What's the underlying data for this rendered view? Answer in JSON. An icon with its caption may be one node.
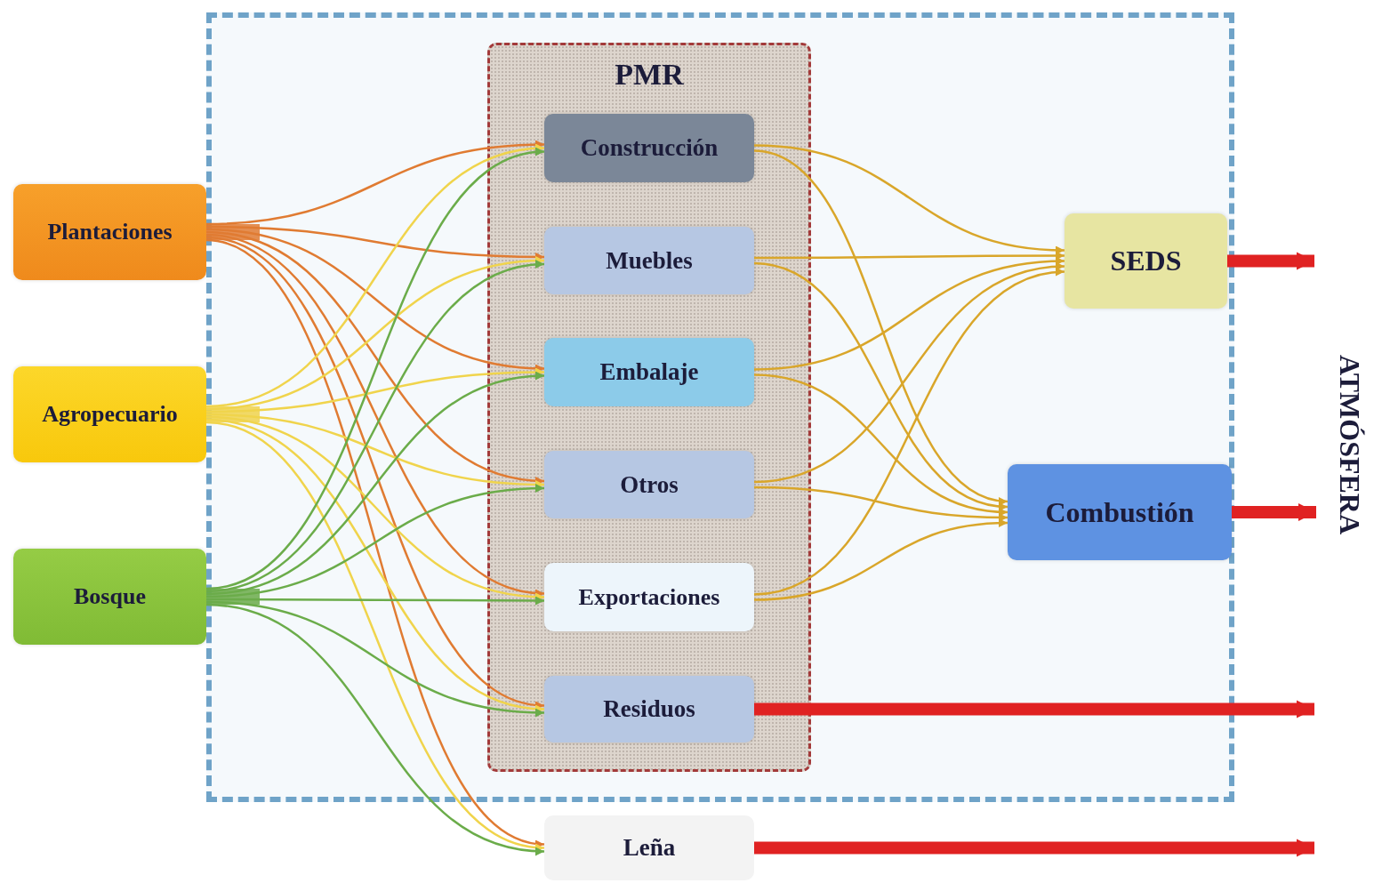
{
  "diagram": {
    "nodes": [
      {
        "text": [
          "Plantaciones"
        ]
      },
      {
        "text": [
          "Agropecuario"
        ]
      },
      {
        "text": [
          "Bosque"
        ]
      },
      {
        "text": [],
        "shape": "box"
      },
      {
        "text": [
          "PMR"
        ],
        "in": 3
      },
      {
        "text": [
          "Construcción"
        ],
        "in": 4
      },
      {
        "text": [
          "Muebles"
        ],
        "in": 4
      },
      {
        "text": [
          "Embalaje"
        ],
        "in": 4
      },
      {
        "text": [
          "Otros"
        ],
        "in": 4
      },
      {
        "text": [
          "Exportaciones"
        ],
        "in": 4
      },
      {
        "text": [
          "Residuos"
        ],
        "in": 4
      },
      {
        "text": [
          "Leña"
        ]
      },
      {
        "text": [
          "SEDS"
        ],
        "in": 3
      },
      {
        "text": [
          "Combustión"
        ],
        "in": 3
      },
      {
        "text": [
          "ATMÓSFERA"
        ]
      }
    ],
    "edges": [
      {
        "from": 0,
        "to": 5,
        "arrow": "to",
        "color": "#e07b32"
      },
      {
        "from": 0,
        "to": 6,
        "arrow": "to",
        "color": "#e07b32"
      },
      {
        "from": 0,
        "to": 7,
        "arrow": "to",
        "color": "#e07b32"
      },
      {
        "from": 0,
        "to": 8,
        "arrow": "to",
        "color": "#e07b32"
      },
      {
        "from": 0,
        "to": 9,
        "arrow": "to",
        "color": "#e07b32"
      },
      {
        "from": 0,
        "to": 10,
        "arrow": "to",
        "color": "#e07b32"
      },
      {
        "from": 0,
        "to": 11,
        "arrow": "to",
        "color": "#e07b32"
      },
      {
        "from": 1,
        "to": 5,
        "arrow": "to",
        "color": "#f0d44c"
      },
      {
        "from": 1,
        "to": 6,
        "arrow": "to",
        "color": "#f0d44c"
      },
      {
        "from": 1,
        "to": 7,
        "arrow": "to",
        "color": "#f0d44c"
      },
      {
        "from": 1,
        "to": 8,
        "arrow": "to",
        "color": "#f0d44c"
      },
      {
        "from": 1,
        "to": 9,
        "arrow": "to",
        "color": "#f0d44c"
      },
      {
        "from": 1,
        "to": 10,
        "arrow": "to",
        "color": "#f0d44c"
      },
      {
        "from": 1,
        "to": 11,
        "arrow": "to",
        "color": "#f0d44c"
      },
      {
        "from": 2,
        "to": 5,
        "arrow": "to",
        "color": "#6bac4a"
      },
      {
        "from": 2,
        "to": 6,
        "arrow": "to",
        "color": "#6bac4a"
      },
      {
        "from": 2,
        "to": 7,
        "arrow": "to",
        "color": "#6bac4a"
      },
      {
        "from": 2,
        "to": 8,
        "arrow": "to",
        "color": "#6bac4a"
      },
      {
        "from": 2,
        "to": 9,
        "arrow": "to",
        "color": "#6bac4a"
      },
      {
        "from": 2,
        "to": 10,
        "arrow": "to",
        "color": "#6bac4a"
      },
      {
        "from": 2,
        "to": 11,
        "arrow": "to",
        "color": "#6bac4a"
      },
      {
        "from": 5,
        "to": 12,
        "arrow": "to"
      },
      {
        "from": 5,
        "to": 13,
        "arrow": "to"
      },
      {
        "from": 6,
        "to": 12,
        "arrow": "to"
      },
      {
        "from": 6,
        "to": 13,
        "arrow": "to"
      },
      {
        "from": 7,
        "to": 12,
        "arrow": "to"
      },
      {
        "from": 7,
        "to": 13,
        "arrow": "to"
      },
      {
        "from": 8,
        "to": 12,
        "arrow": "to"
      },
      {
        "from": 8,
        "to": 13,
        "arrow": "to"
      },
      {
        "from": 9,
        "to": 12,
        "arrow": "to"
      },
      {
        "from": 9,
        "to": 13,
        "arrow": "to"
      },
      {
        "from": 12,
        "to": null,
        "arrow": "to",
        "style": "thick",
        "color": "#e02222"
      },
      {
        "from": 13,
        "to": 14,
        "arrow": "to",
        "style": "thick",
        "color": "#e02222"
      },
      {
        "from": 10,
        "to": null,
        "arrow": "to",
        "style": "thick",
        "color": "#e02222"
      },
      {
        "from": 11,
        "to": null,
        "arrow": "to",
        "style": "thick",
        "color": "#e02222"
      }
    ]
  }
}
